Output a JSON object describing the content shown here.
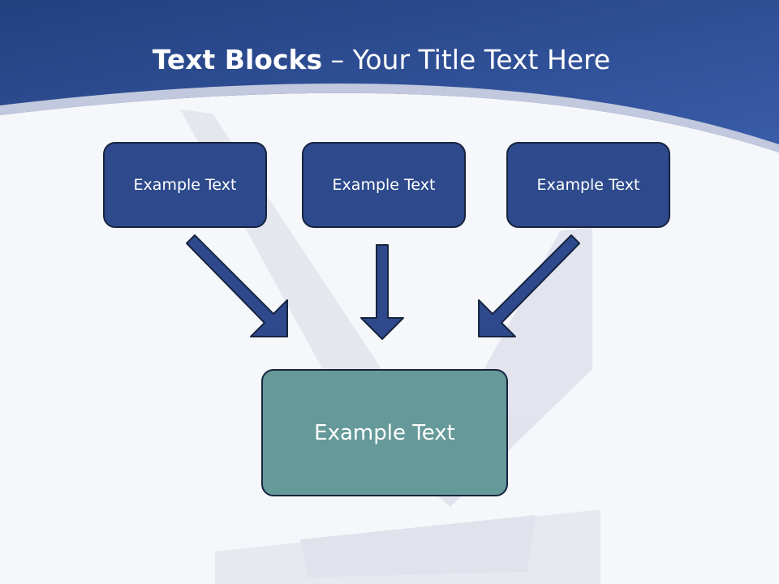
{
  "slide": {
    "title_bold": "Text Blocks",
    "title_dash": "–",
    "title_rest": "Your Title Text Here",
    "top_blocks": [
      {
        "label": "Example Text"
      },
      {
        "label": "Example Text"
      },
      {
        "label": "Example Text"
      }
    ],
    "result_block": {
      "label": "Example Text"
    }
  },
  "colors": {
    "header_blue": "#2e4f9b",
    "block_blue": "#2e4a8c",
    "block_border": "#172440",
    "result_teal": "#669999",
    "arrow_fill": "#2e4a8c"
  }
}
